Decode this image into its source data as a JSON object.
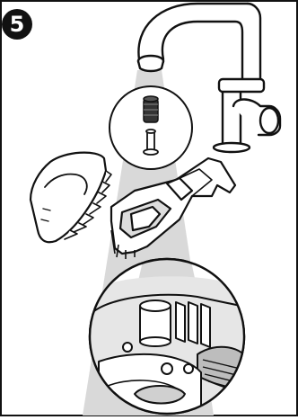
{
  "step": {
    "number": "5"
  },
  "illustration": {
    "parts": [
      "faucet",
      "water-stream",
      "filter-cartridge",
      "filter-pin",
      "cleaning-brush",
      "water-tank-cover",
      "machine-detail-circle"
    ],
    "colors": {
      "outline": "#111111",
      "stream": "#d9d9d9",
      "shade": "#bdbdbd",
      "background": "#ffffff"
    }
  }
}
